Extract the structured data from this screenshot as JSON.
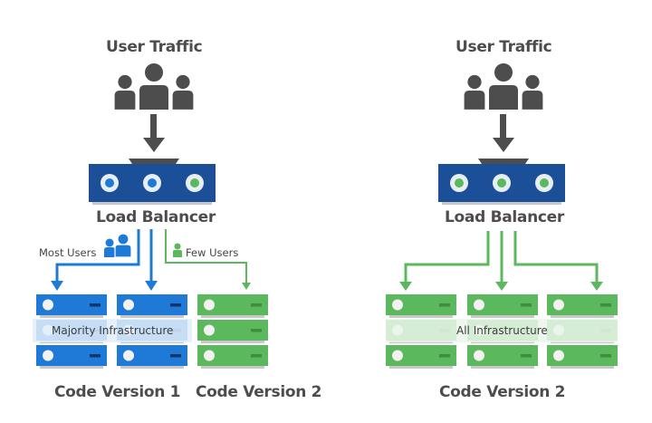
{
  "colors": {
    "blue": "#1e7ad6",
    "blue_dark": "#1b4f97",
    "green": "#5cb85c",
    "green_dark": "#3e8e3e",
    "gray": "#4d4d4d",
    "shadow": "#c8c8c8"
  },
  "left": {
    "title": "User Traffic",
    "users_icon": "users-group-icon",
    "load_balancer": {
      "label": "Load Balancer",
      "indicators": [
        "blue",
        "blue",
        "green"
      ]
    },
    "most_users_label": "Most Users",
    "few_users_label": "Few Users",
    "infrastructure_label": "Majority Infrastructure",
    "servers": [
      {
        "color": "blue"
      },
      {
        "color": "blue"
      },
      {
        "color": "green"
      }
    ],
    "versions": [
      "Code Version 1",
      "Code Version 2"
    ]
  },
  "right": {
    "title": "User Traffic",
    "users_icon": "users-group-icon",
    "load_balancer": {
      "label": "Load Balancer",
      "indicators": [
        "green",
        "green",
        "green"
      ]
    },
    "infrastructure_label": "All Infrastructure",
    "servers": [
      {
        "color": "green"
      },
      {
        "color": "green"
      },
      {
        "color": "green"
      }
    ],
    "versions": [
      "Code Version 2"
    ]
  }
}
